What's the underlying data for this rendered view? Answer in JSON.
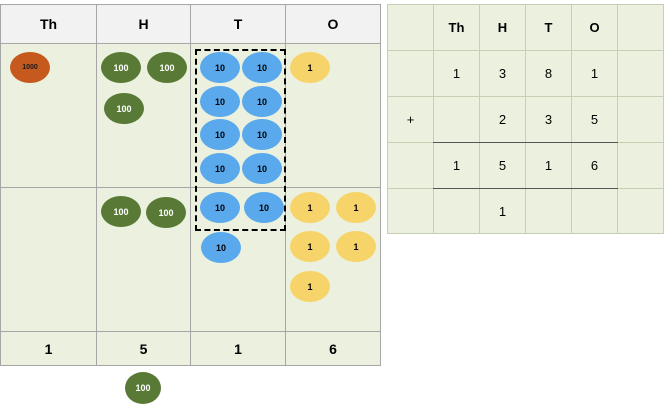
{
  "place_value_chart": {
    "headers": [
      "Th",
      "H",
      "T",
      "O"
    ],
    "totals": [
      "1",
      "5",
      "1",
      "6"
    ],
    "counter_labels": {
      "thousand": "1000",
      "hundred": "100",
      "ten": "10",
      "one": "1"
    },
    "colors": {
      "thousand": "#c65a1e",
      "hundred": "#587a36",
      "ten": "#5aa9ec",
      "one": "#f6d46a",
      "cell": "#ebf1de",
      "header": "#f2f2f2"
    }
  },
  "column_addition": {
    "headers": [
      "",
      "Th",
      "H",
      "T",
      "O",
      ""
    ],
    "rows": [
      [
        "",
        "1",
        "3",
        "8",
        "1",
        ""
      ],
      [
        "+",
        "",
        "2",
        "3",
        "5",
        ""
      ],
      [
        "",
        "1",
        "5",
        "1",
        "6",
        ""
      ],
      [
        "",
        "",
        "1",
        "",
        "",
        ""
      ]
    ]
  }
}
